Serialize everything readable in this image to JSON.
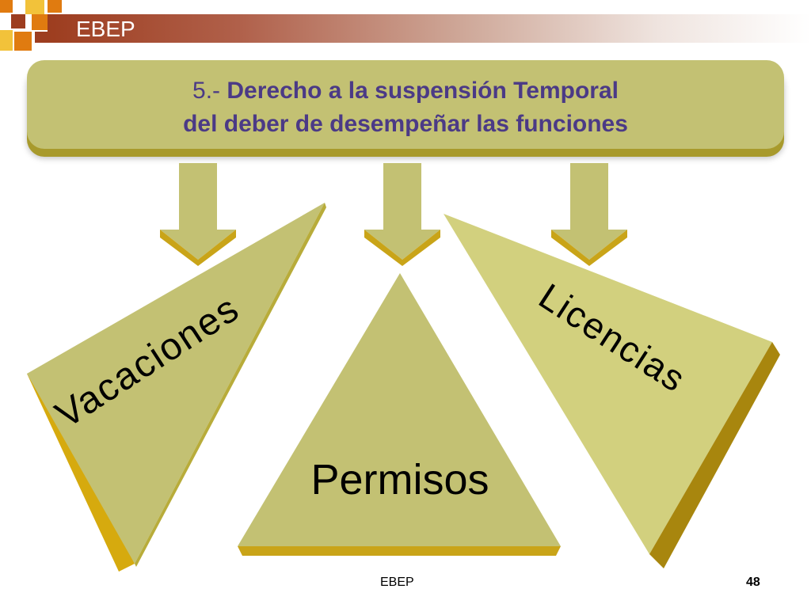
{
  "header": {
    "title": "EBEP"
  },
  "banner": {
    "number": "5.-",
    "line1": "Derecho a la suspensión Temporal",
    "line2": "del deber de desempeñar las funciones"
  },
  "shapes": {
    "left": "Vacaciones",
    "center": "Permisos",
    "right": "Licencias"
  },
  "footer": {
    "center": "EBEP",
    "page": "48"
  },
  "colors": {
    "header_red": "#9d3d1f",
    "logo_orange": "#e07b10",
    "shape_fill": "#c3c173",
    "shape_edge": "#d4aa10",
    "title_text": "#4b3a86"
  }
}
